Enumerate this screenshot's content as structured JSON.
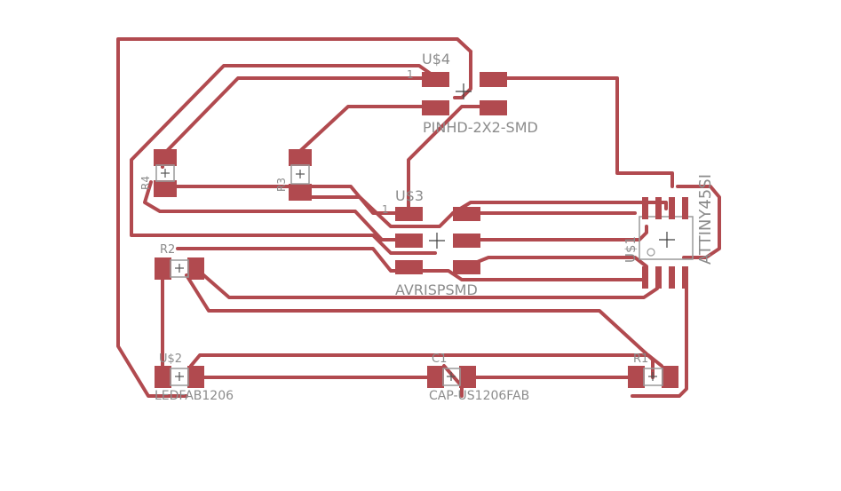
{
  "components": {
    "u4": {
      "name": "U$4",
      "value": "PINHD-2X2-SMD",
      "pin1": "1"
    },
    "u3": {
      "name": "U$3",
      "value": "AVRISPSMD",
      "pin1": "1"
    },
    "u1": {
      "name": "U$1",
      "value": "ATTINY45SI"
    },
    "u2": {
      "name": "U$2",
      "value": "LEDFAB1206"
    },
    "r4": {
      "name": "R4"
    },
    "r3": {
      "name": "R3"
    },
    "r2": {
      "name": "R2"
    },
    "r1": {
      "name": "R1"
    },
    "c1": {
      "name": "C1",
      "value": "CAP-US1206FAB"
    }
  },
  "colors": {
    "copper": "#b14a4f",
    "silkscreen": "#8c8c8c",
    "background": "#ffffff"
  }
}
